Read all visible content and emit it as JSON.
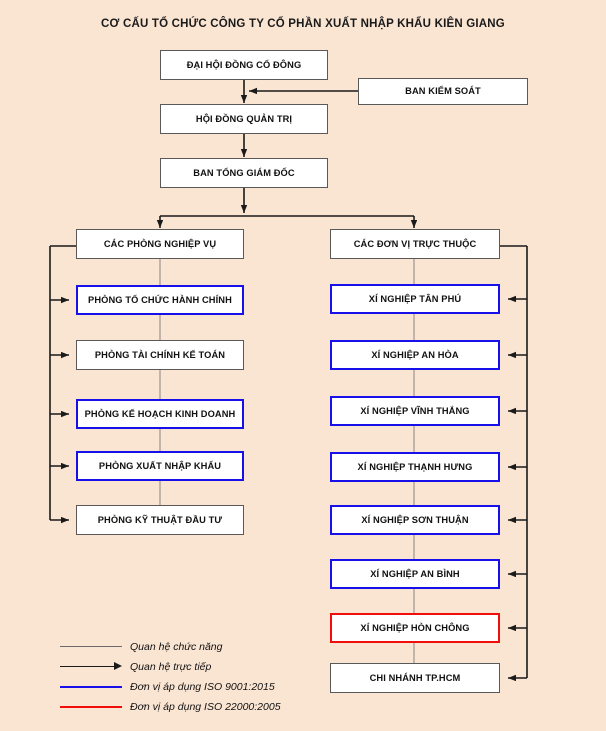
{
  "title": "CƠ CẤU TỔ CHỨC CÔNG TY CỔ PHẦN XUẤT NHẬP KHẨU KIÊN GIANG",
  "colors": {
    "background": "#fae5d3",
    "box_border": "#595959",
    "box_fill": "#ffffff",
    "iso9001": "#1810e8",
    "iso22000": "#f20d0d",
    "functional_line": "#6b6b6b",
    "direct_line": "#1a1a1a",
    "text": "#111111"
  },
  "nodes": {
    "shareholders_meeting": {
      "label": "ĐẠI HỘI ĐỒNG CỔ ĐÔNG",
      "border": "black"
    },
    "supervisory_board": {
      "label": "BAN KIỂM SOÁT",
      "border": "black"
    },
    "board_of_directors": {
      "label": "HỘI ĐỒNG QUẢN TRỊ",
      "border": "black"
    },
    "general_management": {
      "label": "BAN TỔNG GIÁM ĐỐC",
      "border": "black"
    }
  },
  "left_column": {
    "header": {
      "label": "CÁC PHÒNG NGHIỆP VỤ",
      "border": "black"
    },
    "items": [
      {
        "label": "PHÒNG TỔ CHỨC HÀNH CHÍNH",
        "border": "iso9001"
      },
      {
        "label": "PHÒNG TÀI CHÍNH KẾ TOÁN",
        "border": "black"
      },
      {
        "label": "PHÒNG KẾ HOẠCH KINH DOANH",
        "border": "iso9001"
      },
      {
        "label": "PHÒNG XUẤT NHẬP KHẨU",
        "border": "iso9001"
      },
      {
        "label": "PHÒNG KỸ THUẬT ĐẦU TƯ",
        "border": "black"
      }
    ]
  },
  "right_column": {
    "header": {
      "label": "CÁC ĐƠN VỊ TRỰC THUỘC",
      "border": "black"
    },
    "items": [
      {
        "label": "XÍ NGHIỆP TÂN PHÚ",
        "border": "iso9001"
      },
      {
        "label": "XÍ NGHIỆP AN HÒA",
        "border": "iso9001"
      },
      {
        "label": "XÍ NGHIỆP VĨNH THẮNG",
        "border": "iso9001"
      },
      {
        "label": "XÍ NGHIỆP THẠNH HƯNG",
        "border": "iso9001"
      },
      {
        "label": "XÍ NGHIỆP SƠN THUẬN",
        "border": "iso9001"
      },
      {
        "label": "XÍ NGHIỆP AN BÌNH",
        "border": "iso9001"
      },
      {
        "label": "XÍ NGHIỆP HÒN CHÔNG",
        "border": "iso22000"
      },
      {
        "label": "CHI NHÁNH TP.HCM",
        "border": "black"
      }
    ]
  },
  "legend": [
    {
      "label": "Quan hệ chức năng",
      "style": "functional"
    },
    {
      "label": "Quan hệ trực tiếp",
      "style": "direct"
    },
    {
      "label": "Đơn vị áp dụng ISO 9001:2015",
      "style": "iso9001"
    },
    {
      "label": "Đơn vị áp dụng ISO 22000:2005",
      "style": "iso22000"
    }
  ]
}
